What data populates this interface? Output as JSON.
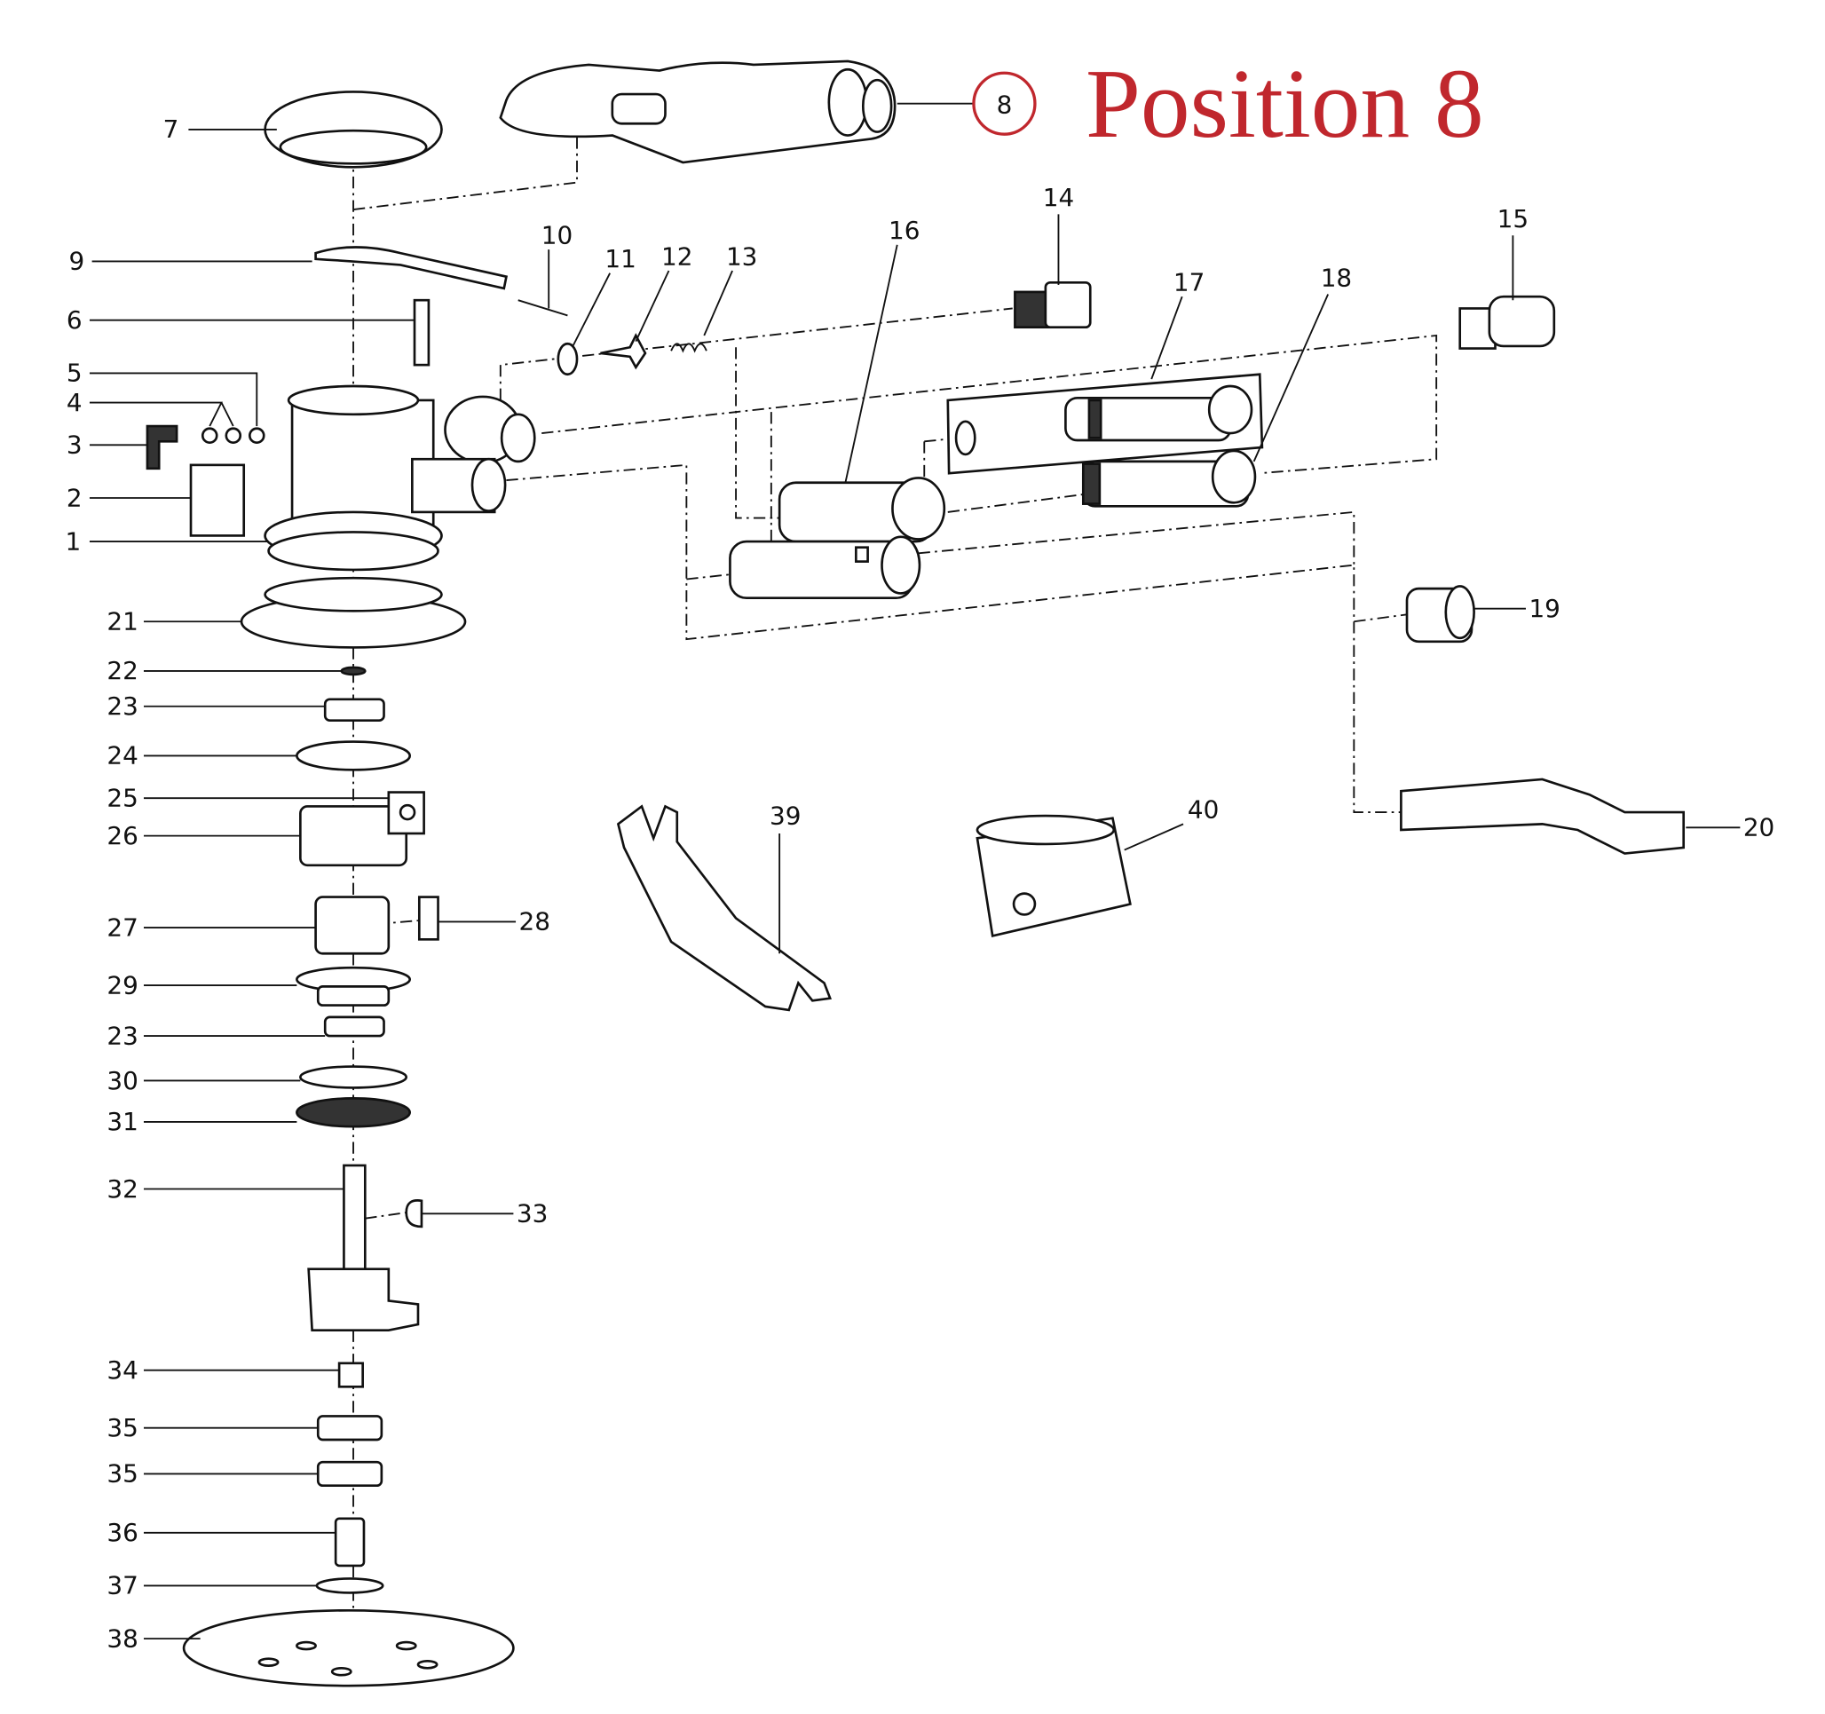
{
  "title": "Position 8",
  "highlight_color": "#c0272d",
  "highlighted_callout": "8",
  "callouts": [
    "1",
    "2",
    "3",
    "4",
    "5",
    "6",
    "7",
    "8",
    "9",
    "10",
    "11",
    "12",
    "13",
    "14",
    "15",
    "16",
    "17",
    "18",
    "19",
    "20",
    "21",
    "22",
    "23",
    "24",
    "25",
    "26",
    "27",
    "28",
    "29",
    "23",
    "30",
    "31",
    "32",
    "33",
    "34",
    "35",
    "35",
    "36",
    "37",
    "38",
    "39",
    "40"
  ]
}
